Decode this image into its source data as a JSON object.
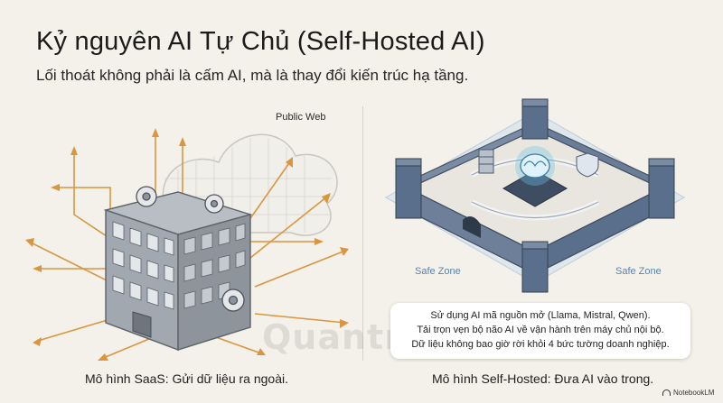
{
  "slide": {
    "title": "Kỷ nguyên AI Tự Chủ (Self-Hosted AI)",
    "subtitle": "Lối thoát không phải là cấm AI, mà là thay đổi kiến trúc hạ tầng."
  },
  "left_panel": {
    "cloud_label": "Public Web",
    "caption": "Mô hình SaaS: Gửi dữ liệu ra ngoài."
  },
  "right_panel": {
    "zone_label_left": "Safe Zone",
    "zone_label_right": "Safe Zone",
    "callout_lines": [
      "Sử dụng AI mã nguồn mở (Llama, Mistral, Qwen).",
      "Tải trọn vẹn bộ não AI về vận hành trên máy chủ nội bộ.",
      "Dữ liệu không bao giờ rời khỏi 4 bức tường doanh nghiệp."
    ],
    "caption": "Mô hình Self-Hosted: Đưa AI vào trong."
  },
  "watermark": "Quantrimang",
  "badge": "NotebookLM",
  "colors": {
    "background": "#f4f1ea",
    "arrow_orange": "#d9963f",
    "building_gray": "#8e949c",
    "fortress_blue": "#5a6f8c",
    "safe_zone_blue": "#5e82a8",
    "ai_glow": "#6cc4e6"
  },
  "icons": [
    "cloud-icon",
    "building-icon",
    "gear-icon",
    "fortress-icon",
    "brain-chip-icon",
    "server-icon",
    "shield-icon"
  ]
}
